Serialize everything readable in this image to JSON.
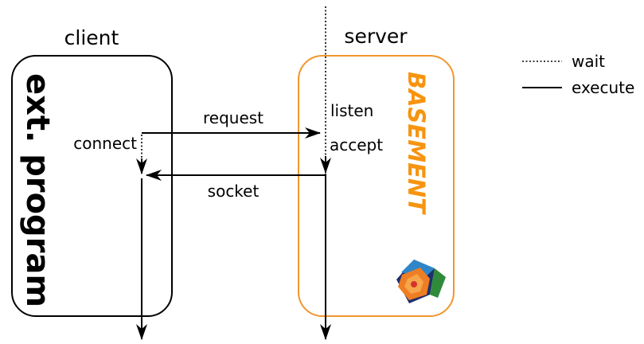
{
  "client": {
    "title": "client",
    "program_label": "ext. program"
  },
  "server": {
    "title": "server",
    "brand_label": "BASEMENT"
  },
  "steps": {
    "connect": "connect",
    "request": "request",
    "listen": "listen",
    "accept": "accept",
    "socket": "socket"
  },
  "legend": {
    "wait": "wait",
    "execute": "execute"
  },
  "colors": {
    "server_box": "#f0962e",
    "brand": "#f7940f",
    "line": "#000000"
  },
  "icons": {
    "server_logo": "basement-cube-logo-icon"
  }
}
